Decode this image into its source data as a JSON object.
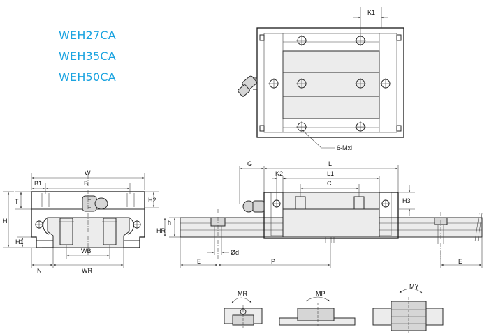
{
  "models": [
    "WEH27CA",
    "WEH35CA",
    "WEH50CA"
  ],
  "top_view": {
    "k1": "K1",
    "note": "6-Mxl"
  },
  "front_view": {
    "w": "W",
    "b1": "B1",
    "b": "B",
    "t": "T",
    "h2": "H2",
    "h": "H",
    "h1": "H1",
    "n": "N",
    "wb": "WB",
    "wr": "WR"
  },
  "side_view": {
    "g": "G",
    "l": "L",
    "k2": "K2",
    "l1": "L1",
    "c": "C",
    "h3": "H3",
    "hr": "HR",
    "hh": "h",
    "d": "Ød",
    "e_left": "E",
    "p": "P",
    "e_right": "E"
  },
  "moments": {
    "mr": "MR",
    "mp": "MP",
    "my": "MY"
  }
}
